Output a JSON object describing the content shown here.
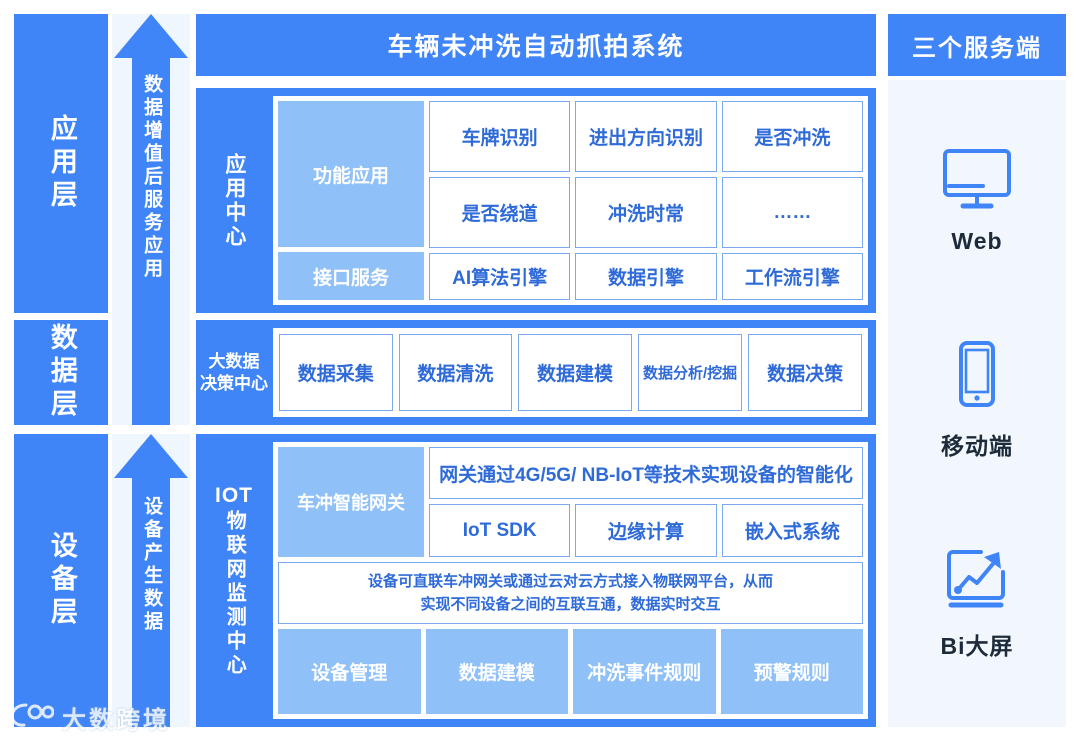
{
  "title": "车辆未冲洗自动抓拍系统",
  "layers": [
    {
      "name": "应用层"
    },
    {
      "name": "数据层"
    },
    {
      "name": "设备层"
    }
  ],
  "arrows": [
    {
      "label": "数据增值后服务应用",
      "direction": "up"
    },
    {
      "label": "设备产生数据",
      "direction": "up"
    }
  ],
  "app_center": {
    "label": "应用中心",
    "groups": [
      {
        "label": "功能应用"
      },
      {
        "label": "接口服务"
      }
    ],
    "function_rows": [
      [
        "车牌识别",
        "进出方向识别",
        "是否冲洗"
      ],
      [
        "是否绕道",
        "冲洗时常",
        "……"
      ]
    ],
    "service_row": [
      "AI算法引擎",
      "数据引擎",
      "工作流引擎"
    ]
  },
  "data_center": {
    "label_line1": "大数据",
    "label_line2": "决策中心",
    "items": [
      "数据采集",
      "数据清洗",
      "数据建模",
      "数据分析/挖掘",
      "数据决策"
    ]
  },
  "iot_center": {
    "label_head": "IOT",
    "label_vertical": "物联网监测中心",
    "gateway_label": "车冲智能网关",
    "gateway_desc": "网关通过4G/5G/ NB-IoT等技术实现设备的智能化",
    "tech_row": [
      "IoT SDK",
      "边缘计算",
      "嵌入式系统"
    ],
    "note_line1": "设备可直联车冲网关或通过云对云方式接入物联网平台，从而",
    "note_line2": "实现不同设备之间的互联互通，数据实时交互",
    "bottom_row": [
      "设备管理",
      "数据建模",
      "冲洗事件规则",
      "预警规则"
    ]
  },
  "services": {
    "title": "三个服务端",
    "items": [
      {
        "label": "Web",
        "icon": "monitor-icon"
      },
      {
        "label": "移动端",
        "icon": "mobile-icon"
      },
      {
        "label": "Bi大屏",
        "icon": "chart-screen-icon"
      }
    ]
  },
  "watermark": {
    "text": "大数跨境"
  },
  "colors": {
    "primary": "#3f85f7",
    "light": "#8fc0f7",
    "panel": "#f2f7fd",
    "box_border": "#7aa9f0",
    "box_text": "#2f6bd8"
  }
}
